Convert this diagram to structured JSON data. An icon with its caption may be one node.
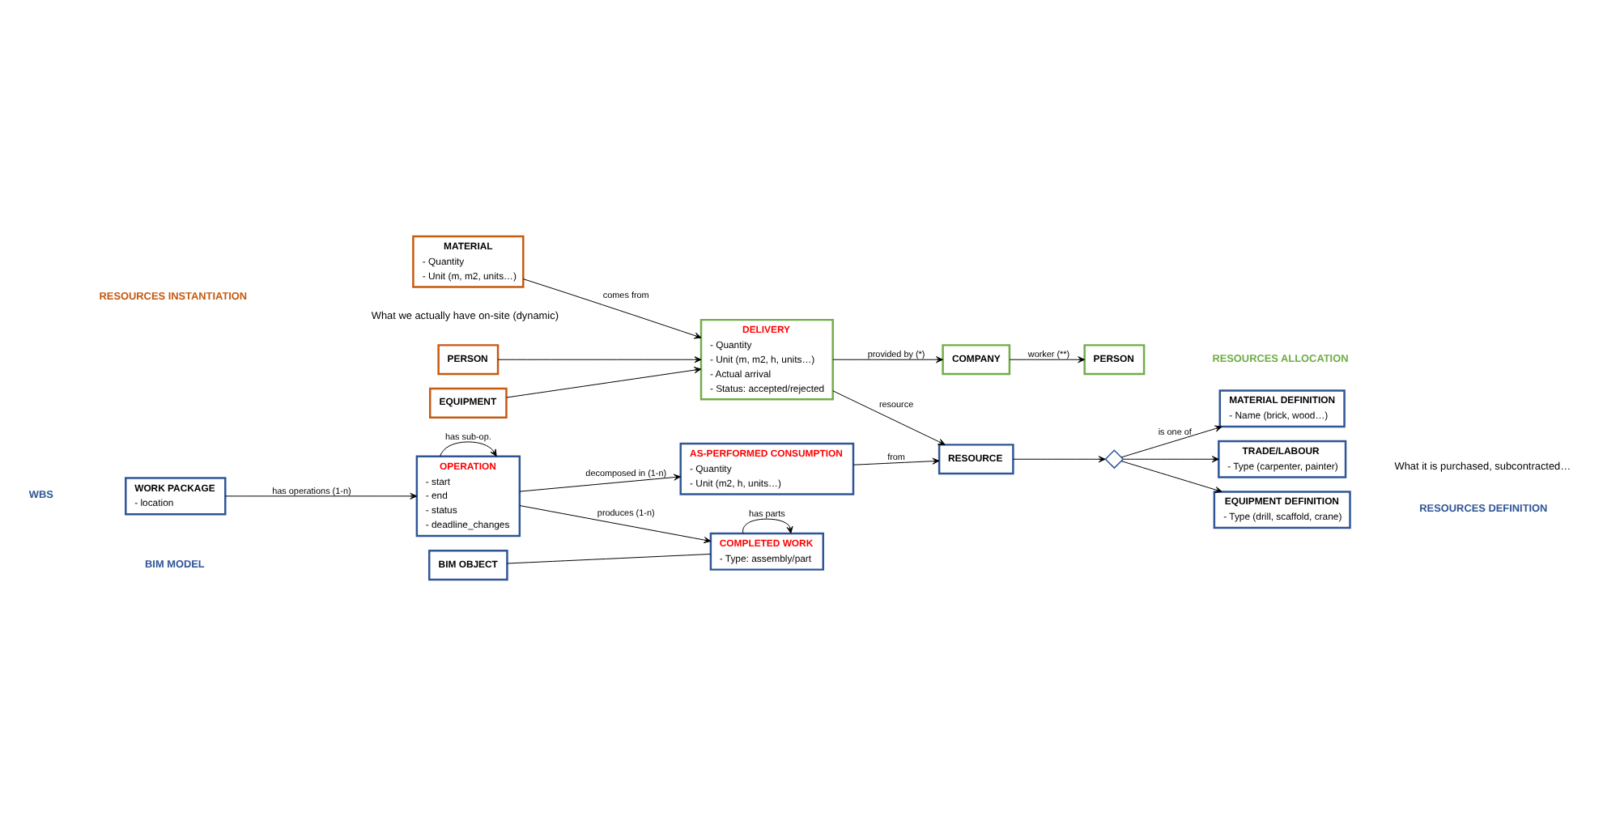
{
  "diagram": {
    "nodes": [
      {
        "text": [
          "BIM OBJECT"
        ]
      },
      {
        "text": [
          "COMPLETED WORK",
          "- Type: assembly/part"
        ]
      },
      {
        "text": [
          "OPERATION",
          "- start",
          "- end",
          "- status",
          "- deadline_changes"
        ]
      },
      {
        "text": [
          "WORK PACKAGE",
          "- location"
        ]
      },
      {
        "text": [
          "AS-PERFORMED CONSUMPTION",
          "- Quantity",
          "- Unit (m2, h, units…)"
        ]
      },
      {
        "text": [
          "RESOURCE"
        ]
      },
      {
        "text": [],
        "shape": "diamond"
      },
      {
        "text": [
          "MATERIAL DEFINITION",
          "- Name (brick, wood…)"
        ]
      },
      {
        "text": [
          "TRADE/LABOUR",
          "- Type (carpenter, painter)"
        ]
      },
      {
        "text": [
          "EQUIPMENT DEFINITION",
          "- Type (drill, scaffold, crane)"
        ]
      },
      {
        "text": [
          "DELIVERY",
          "- Quantity",
          "- Unit (m, m2, h, units…)",
          "- Actual arrival",
          "- Status: accepted/rejected"
        ]
      },
      {
        "text": [
          "COMPANY"
        ]
      },
      {
        "text": [
          "PERSON"
        ]
      },
      {
        "text": [
          "MATERIAL",
          "- Quantity",
          "- Unit (m, m2, units…)"
        ]
      },
      {
        "text": [
          "PERSON"
        ]
      },
      {
        "text": [
          "EQUIPMENT"
        ]
      }
    ],
    "edges": [
      {
        "from": 0,
        "to": 1,
        "arrow": "none"
      },
      {
        "from": 2,
        "to": 1,
        "arrow": "to",
        "label": "produces (1-n)"
      },
      {
        "from": 1,
        "to": 1,
        "arrow": "to",
        "label": "has parts"
      },
      {
        "from": 2,
        "to": 2,
        "arrow": "to",
        "label": "has sub-op."
      },
      {
        "from": 3,
        "to": 2,
        "arrow": "to",
        "label": "has operations (1-n)"
      },
      {
        "from": 2,
        "to": 4,
        "arrow": "to",
        "label": "decomposed in (1-n)"
      },
      {
        "from": 4,
        "to": 5,
        "arrow": "to",
        "label": "from"
      },
      {
        "from": 10,
        "to": 5,
        "arrow": "to",
        "label": "resource"
      },
      {
        "from": 5,
        "to": 6,
        "arrow": "to"
      },
      {
        "from": 6,
        "to": 7,
        "arrow": "to",
        "label": "is one of"
      },
      {
        "from": 6,
        "to": 8,
        "arrow": "to"
      },
      {
        "from": 6,
        "to": 9,
        "arrow": "to"
      },
      {
        "from": 10,
        "to": 11,
        "arrow": "to",
        "label": "provided by (*)"
      },
      {
        "from": 11,
        "to": 12,
        "arrow": "to",
        "label": "worker (**)"
      },
      {
        "from": 13,
        "to": 10,
        "arrow": "to",
        "label": "comes from"
      },
      {
        "from": 14,
        "to": 10,
        "arrow": "to"
      },
      {
        "from": 15,
        "to": 10,
        "arrow": "to"
      }
    ],
    "labels": [
      "BIM MODEL",
      "WBS",
      "RESOURCES DEFINITION",
      "RESOURCES ALLOCATION",
      "What it is purchased, subcontracted…",
      "RESOURCES INSTANTIATION",
      "What we actually have on-site (dynamic)"
    ]
  }
}
